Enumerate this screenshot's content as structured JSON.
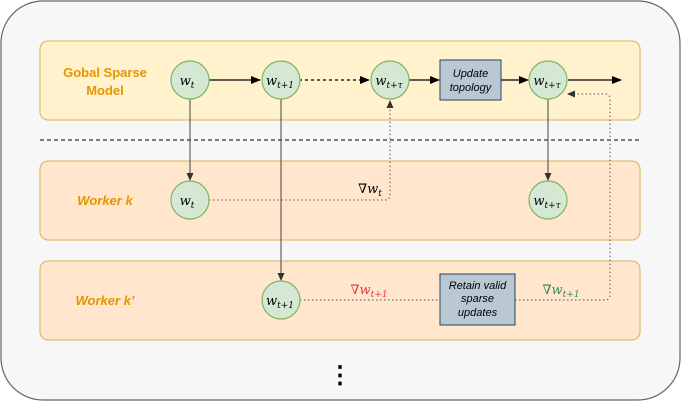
{
  "lanes": {
    "global": {
      "label_line1": "Gobal Sparse",
      "label_line2": "Model"
    },
    "worker_k": {
      "label": "Worker k"
    },
    "worker_k2": {
      "label": "Worker k’"
    }
  },
  "nodes": {
    "g1": {
      "base": "w",
      "sub": "t"
    },
    "g2": {
      "base": "w",
      "sub": "t+1"
    },
    "g3": {
      "base": "w",
      "sub": "t+τ"
    },
    "g4": {
      "base": "w",
      "sub": "t+τ"
    },
    "k1": {
      "base": "w",
      "sub": "t"
    },
    "k2": {
      "base": "w",
      "sub": "t+τ"
    },
    "kp1": {
      "base": "w",
      "sub": "t+1"
    }
  },
  "boxes": {
    "update": {
      "line1": "Update",
      "line2": "topology"
    },
    "retain": {
      "line1": "Retain valid",
      "line2": "sparse",
      "line3": "updates"
    }
  },
  "gradients": {
    "grad_k": {
      "base": "∇w",
      "sub": "t"
    },
    "grad_kp_red": {
      "base": "∇w",
      "sub": "t+1"
    },
    "grad_kp_green": {
      "base": "∇w",
      "sub": "t+1"
    }
  },
  "ellipsis": "⋮",
  "colors": {
    "node_fill": "#d5e8d4",
    "node_stroke": "#82b366",
    "global_fill": "#fff2cc",
    "worker_fill": "#ffe6cc",
    "lane_stroke": "#d6b656",
    "box_fill": "#bac8d3",
    "label_orange": "#e69500",
    "grad_red": "#e53935",
    "grad_green": "#2e8b57"
  }
}
